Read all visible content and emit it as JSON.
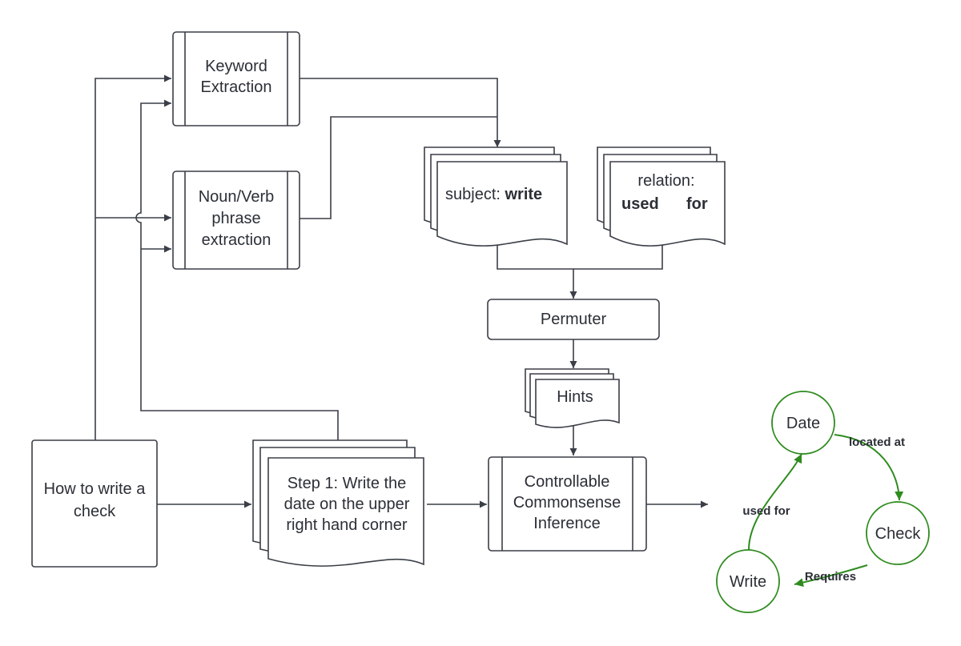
{
  "nodes": {
    "keyword_extraction": [
      "Keyword",
      "Extraction"
    ],
    "phrase_extraction": [
      "Noun/Verb",
      "phrase",
      "extraction"
    ],
    "subject_doc": {
      "prefix": "subject: ",
      "value": "write"
    },
    "relation_doc": {
      "label": "relation:",
      "value_a": "used",
      "value_b": "for"
    },
    "permuter": "Permuter",
    "hints": "Hints",
    "input": [
      "How to write a",
      "check"
    ],
    "step_doc": [
      "Step 1: Write the",
      "date on the upper",
      "right hand corner"
    ],
    "inference": [
      "Controllable",
      "Commonsense",
      "Inference"
    ]
  },
  "graph": {
    "nodes": {
      "date": "Date",
      "check": "Check",
      "write": "Write"
    },
    "edges": {
      "located_at": "located at",
      "requires": "Requires",
      "used_for": "used for"
    }
  },
  "colors": {
    "line": "#3a3f47",
    "graph": "#2e8b1e",
    "text": "#2b2f36"
  }
}
